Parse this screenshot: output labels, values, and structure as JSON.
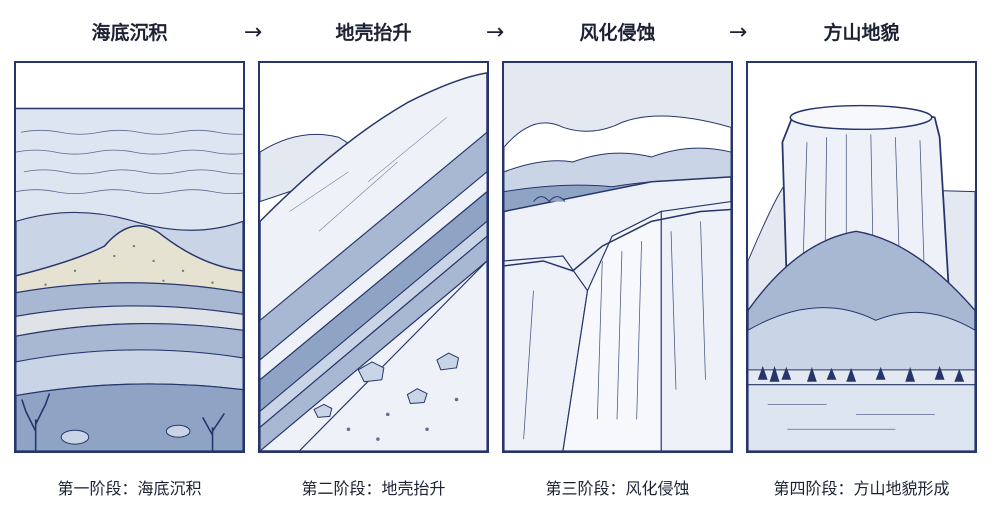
{
  "stages": [
    {
      "title": "海底沉积",
      "caption": "第一阶段：海底沉积"
    },
    {
      "title": "地壳抬升",
      "caption": "第二阶段：地壳抬升"
    },
    {
      "title": "风化侵蚀",
      "caption": "第三阶段：风化侵蚀"
    },
    {
      "title": "方山地貌",
      "caption": "第四阶段：方山地貌形成"
    }
  ],
  "arrow_symbol": "→",
  "colors": {
    "ink": "#26356a",
    "sea": "#dde5f0",
    "sand": "#e6e2d2",
    "layer_blue": "#a8b8d3",
    "layer_light": "#c9d5e6",
    "rock": "#eef2f8",
    "sky": "#e4e9f1"
  }
}
